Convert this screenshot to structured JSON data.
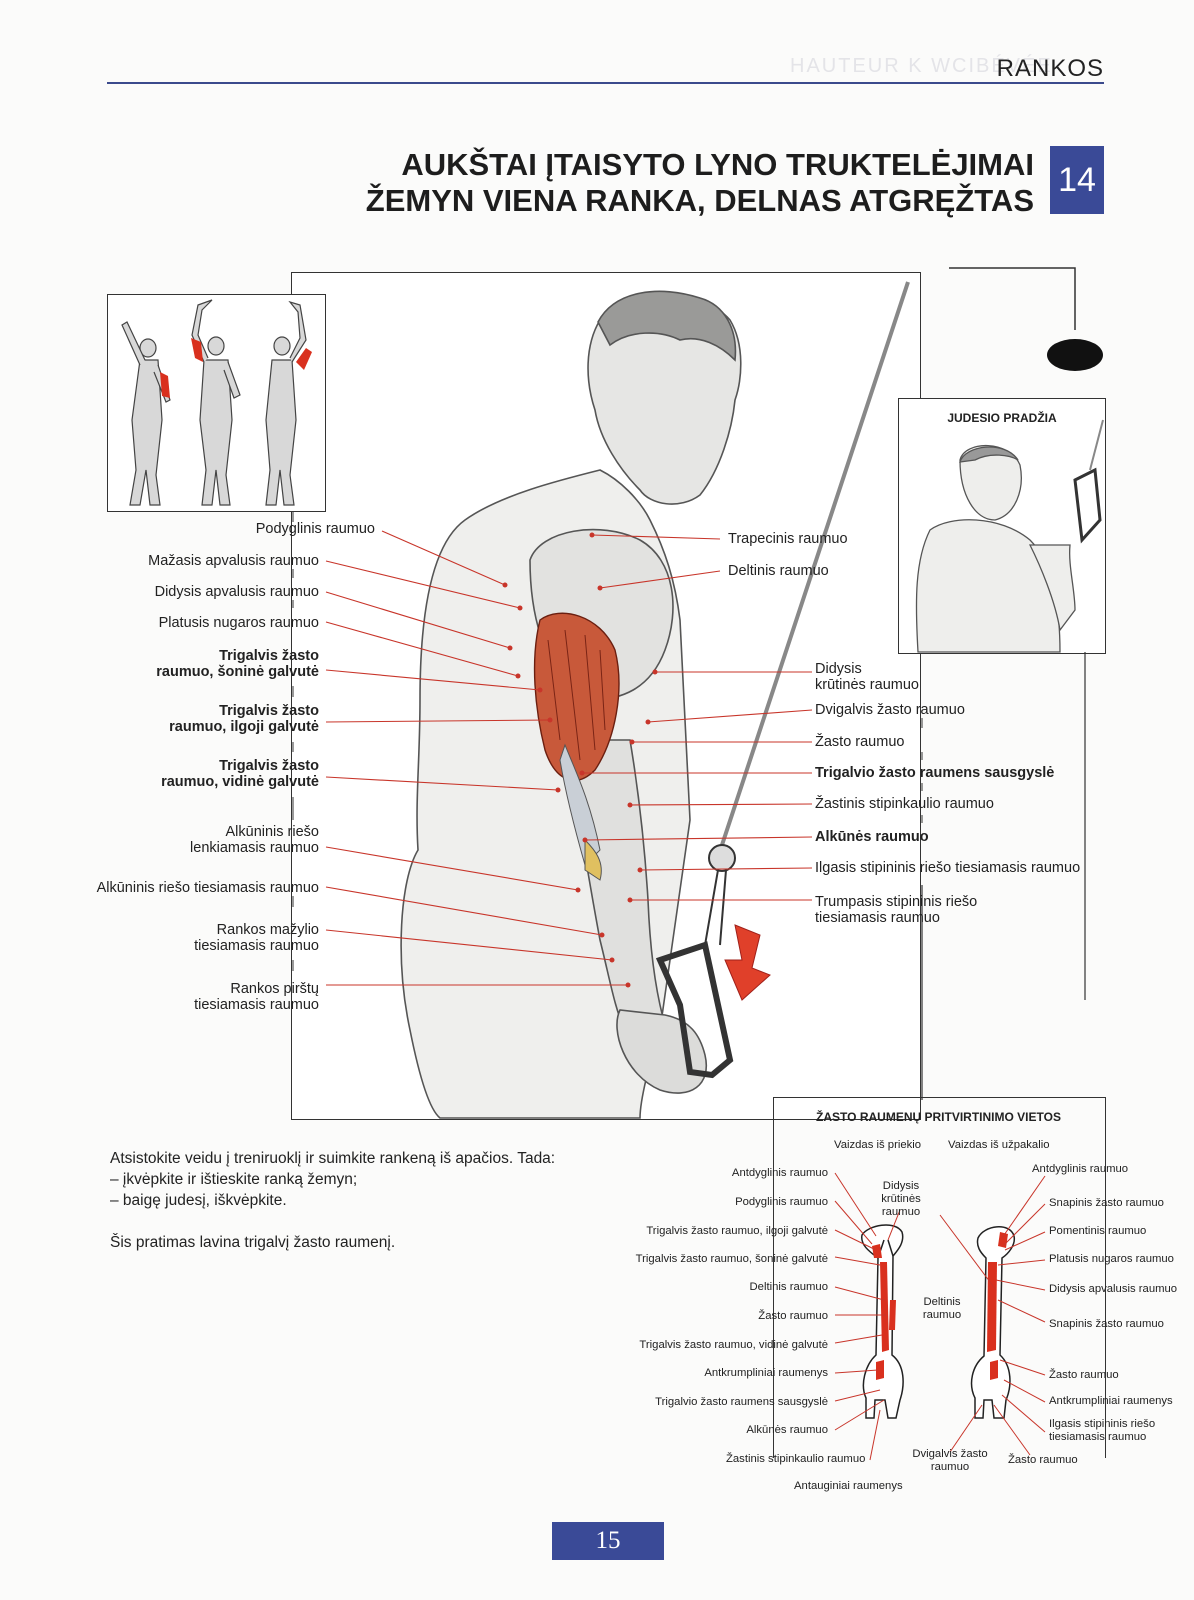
{
  "header": {
    "section": "RANKOS",
    "title_line1": "AUKŠTAI ĮTAISYTO LYNO TRUKTELĖJIMAI",
    "title_line2": "ŽEMYN VIENA RANKA, DELNAS ATGRĘŽTAS",
    "exercise_number": "14"
  },
  "start_panel": {
    "title": "JUDESIO PRADŽIA"
  },
  "left_labels": [
    {
      "text": "Podyglinis raumuo",
      "bold": false
    },
    {
      "text": "Mažasis apvalusis raumuo",
      "bold": false
    },
    {
      "text": "Didysis apvalusis raumuo",
      "bold": false
    },
    {
      "text": "Platusis nugaros raumuo",
      "bold": false
    },
    {
      "line1": "Trigalvis žasto",
      "line2": "raumuo, šoninė galvutė",
      "bold": true
    },
    {
      "line1": "Trigalvis žasto",
      "line2": "raumuo, ilgoji galvutė",
      "bold": true
    },
    {
      "line1": "Trigalvis žasto",
      "line2": "raumuo, vidinė galvutė",
      "bold": true
    },
    {
      "line1": "Alkūninis riešo",
      "line2": "lenkiamasis raumuo",
      "bold": false
    },
    {
      "text": "Alkūninis riešo tiesiamasis raumuo",
      "bold": false
    },
    {
      "line1": "Rankos mažylio",
      "line2": "tiesiamasis raumuo",
      "bold": false
    },
    {
      "line1": "Rankos pirštų",
      "line2": "tiesiamasis raumuo",
      "bold": false
    }
  ],
  "right_labels": [
    {
      "text": "Trapecinis raumuo",
      "bold": false
    },
    {
      "text": "Deltinis raumuo",
      "bold": false
    },
    {
      "line1": "Didysis",
      "line2": "krūtinės raumuo",
      "bold": false
    },
    {
      "text": "Dvigalvis žasto raumuo",
      "bold": false
    },
    {
      "text": "Žasto raumuo",
      "bold": false
    },
    {
      "text": "Trigalvio žasto raumens sausgyslė",
      "bold": true
    },
    {
      "text": "Žastinis stipinkaulio raumuo",
      "bold": false
    },
    {
      "text": "Alkūnės raumuo",
      "bold": true
    },
    {
      "text": "Ilgasis stipininis riešo tiesiamasis raumuo",
      "bold": false
    },
    {
      "line1": "Trumpasis stipininis riešo",
      "line2": "tiesiamasis raumuo",
      "bold": false
    }
  ],
  "instructions": {
    "line1": "Atsistokite veidu į treniruoklį ir suimkite rankeną iš apačios. Tada:",
    "line2": "– įkvėpkite ir ištieskite ranką žemyn;",
    "line3": "– baigę judesį, iškvėpkite.",
    "line4": "Šis pratimas lavina trigalvį žasto raumenį."
  },
  "attachments": {
    "title": "ŽASTO RAUMENŲ PRITVIRTINIMO VIETOS",
    "front_view": "Vaizdas iš priekio",
    "back_view": "Vaizdas iš užpakalio",
    "left": [
      "Antdyglinis raumuo",
      "Podyglinis raumuo",
      "Trigalvis žasto raumuo, ilgoji galvutė",
      "Trigalvis žasto raumuo, šoninė galvutė",
      "Deltinis raumuo",
      "Žasto raumuo",
      "Trigalvis žasto raumuo, vidinė galvutė",
      "Antkrumpliniai raumenys",
      "Trigalvio žasto raumens sausgyslė",
      "Alkūnės raumuo",
      "Žastinis stipinkaulio raumuo"
    ],
    "middle_top_line1": "Didysis",
    "middle_top_line2": "krūtinės raumuo",
    "middle_mid_line1": "Deltinis",
    "middle_mid_line2": "raumuo",
    "bottom_left": "Antauginiai raumenys",
    "bottom_mid_line1": "Dvigalvis žasto",
    "bottom_mid_line2": "raumuo",
    "bottom_right": "Žasto raumuo",
    "right": [
      "Antdyglinis raumuo",
      "Snapinis žasto raumuo",
      "Pomentinis raumuo",
      "Platusis nugaros raumuo",
      "Didysis apvalusis raumuo",
      "Snapinis žasto raumuo",
      "Žasto raumuo",
      "Antkrumpliniai raumenys"
    ],
    "right_last_line1": "Ilgasis stipininis riešo",
    "right_last_line2": "tiesiamasis raumuo"
  },
  "page_number": "15",
  "colors": {
    "accent_blue": "#3a4a97",
    "muscle_red": "#d9301e",
    "leader_red": "#c8352a"
  }
}
